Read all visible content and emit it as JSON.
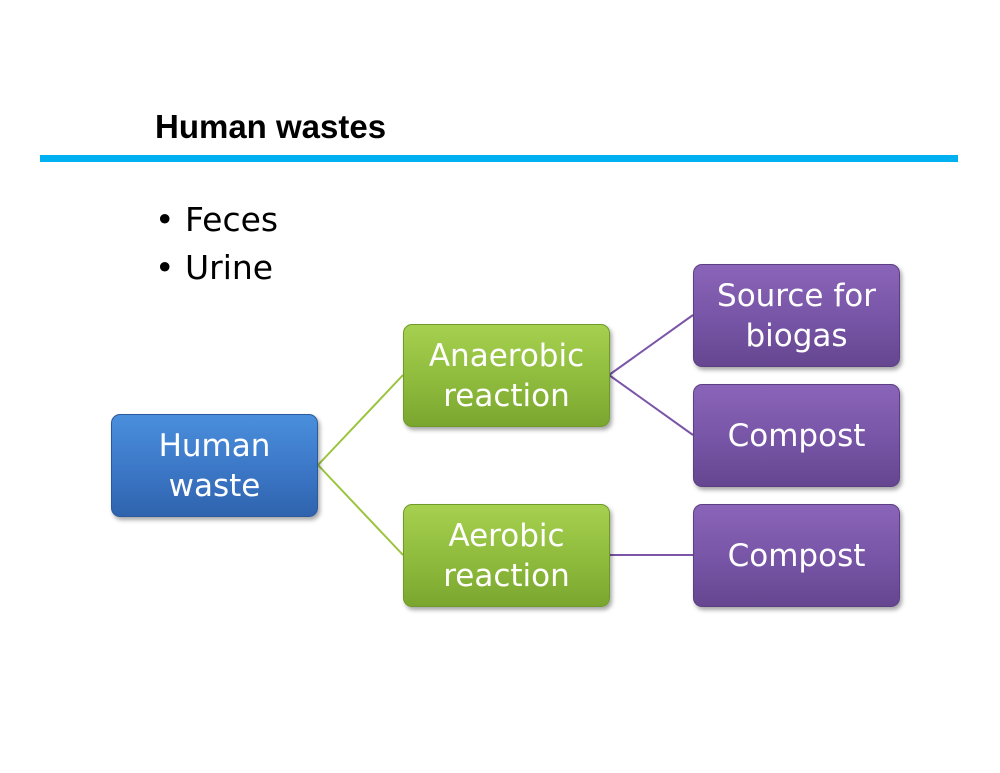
{
  "title": "Human wastes",
  "bullets": [
    "Feces",
    "Urine"
  ],
  "diagram": {
    "root": "Human waste",
    "branches": [
      {
        "label": "Anaerobic reaction",
        "children": [
          "Source for biogas",
          "Compost"
        ]
      },
      {
        "label": "Aerobic reaction",
        "children": [
          "Compost"
        ]
      }
    ]
  },
  "colors": {
    "accent_rule": "#00b0f0",
    "root": "#3a75c4",
    "branch": "#8cb93b",
    "leaf": "#7553a4"
  }
}
